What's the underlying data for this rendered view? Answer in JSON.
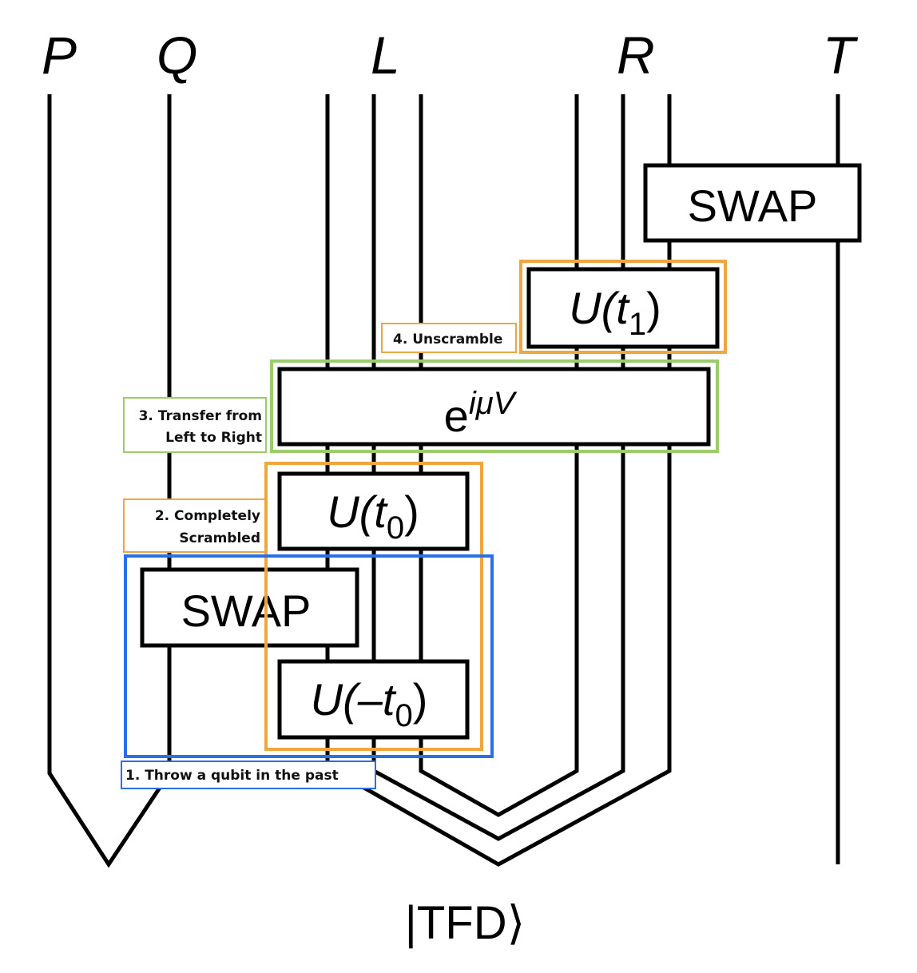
{
  "registers": {
    "p": "P",
    "q": "Q",
    "l": "L",
    "r": "R",
    "t": "T"
  },
  "gates": {
    "swap_top": "SWAP",
    "swap_bottom": "SWAP",
    "u_t1": {
      "base": "U(t",
      "sub": "1",
      "close": ")"
    },
    "coupling": {
      "base": "e",
      "sup": "iμV"
    },
    "u_t0": {
      "base": "U(t",
      "sub": "0",
      "close": ")"
    },
    "u_neg_t0": {
      "base": "U(–t",
      "sub": "0",
      "close": ")"
    }
  },
  "annotations": {
    "step1": "1. Throw a qubit in the past",
    "step2_line1": "2. Completely",
    "step2_line2": "Scrambled",
    "step3_line1": "3. Transfer from",
    "step3_line2": "Left to Right",
    "step4": "4. Unscramble"
  },
  "state_label": "|TFD⟩",
  "colors": {
    "scramble_orange": "#f0a640",
    "transfer_green": "#9ccb6a",
    "past_blue": "#2a6ee8"
  }
}
